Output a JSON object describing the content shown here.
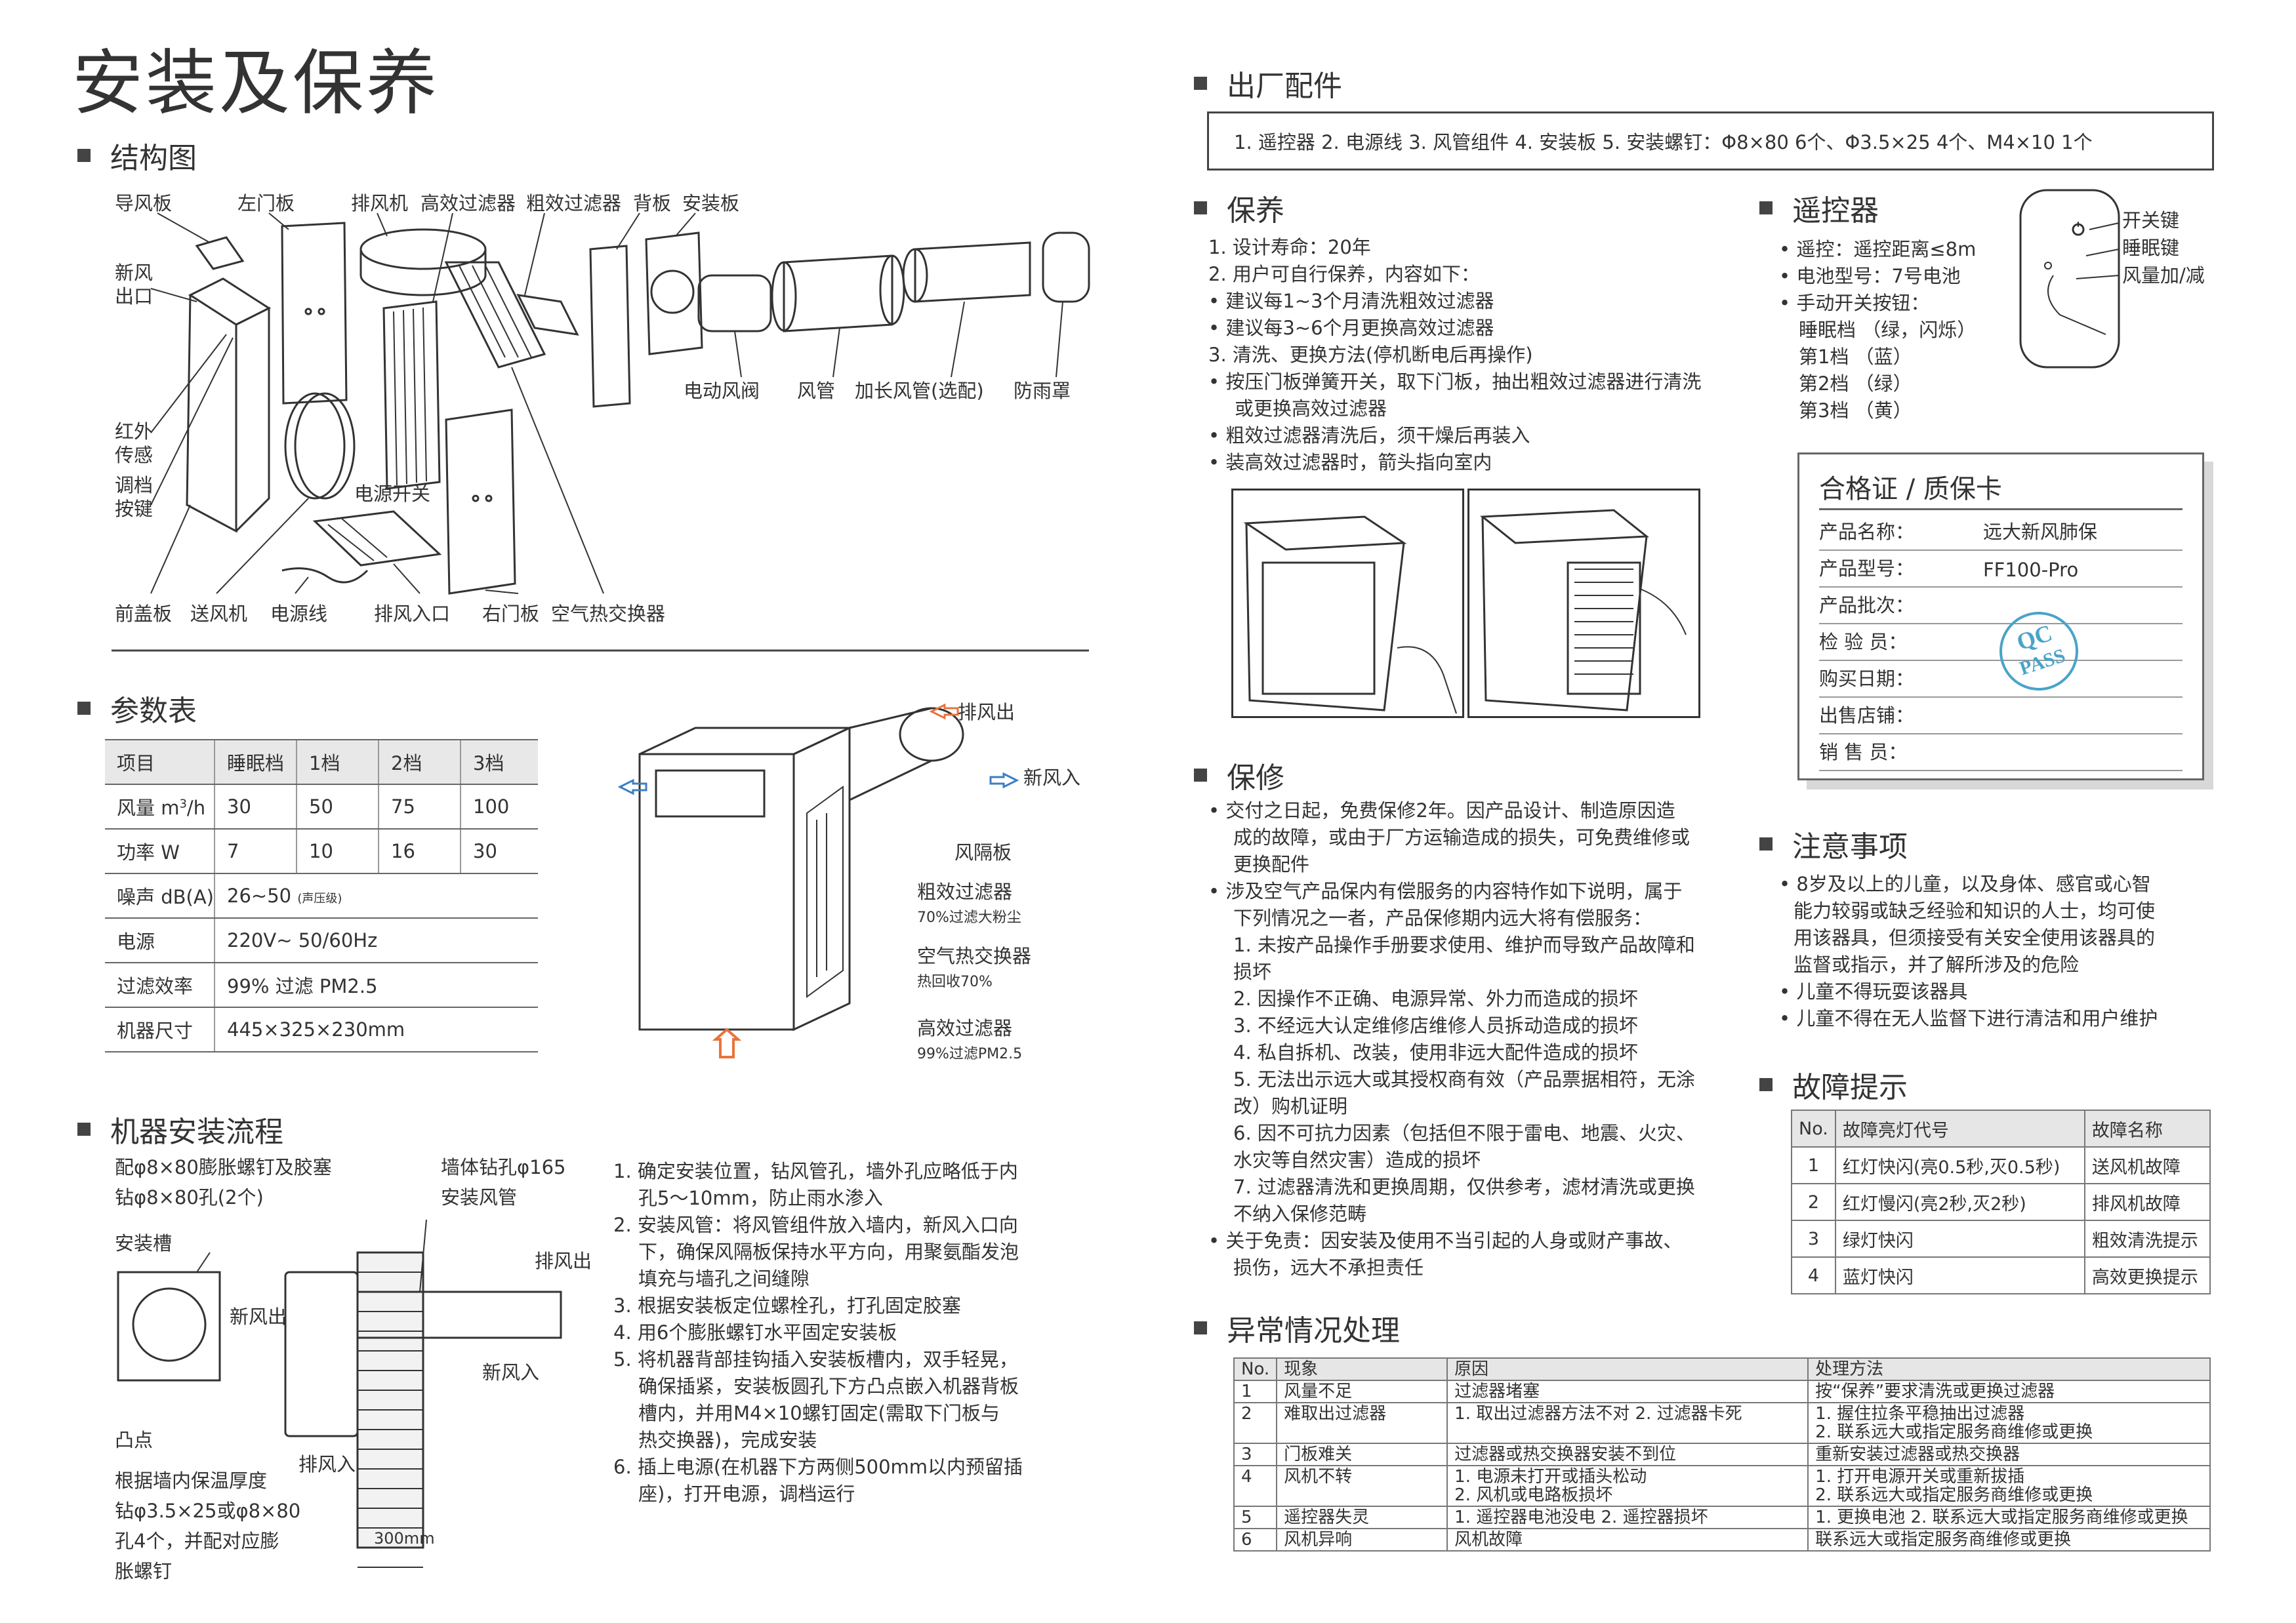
{
  "page_title": "安装及保养",
  "structure": {
    "heading": "结构图",
    "labels": {
      "guide_plate": "导风板",
      "left_door": "左门板",
      "exhaust_fan": "排风机",
      "hepa_filter": "高效过滤器",
      "coarse_filter": "粗效过滤器",
      "back_plate": "背板",
      "mount_plate": "安装板",
      "fresh_outlet": "新风\n出口",
      "ir_sensor": "红外\n传感",
      "speed_button": "调档\n按键",
      "electric_damper": "电动风阀",
      "duct": "风管",
      "ext_duct": "加长风管(选配)",
      "rain_cover": "防雨罩",
      "power_switch": "电源开关",
      "front_cover": "前盖板",
      "supply_fan": "送风机",
      "power_cord": "电源线",
      "exhaust_inlet": "排风入口",
      "right_door": "右门板",
      "heat_exchanger": "空气热交换器"
    }
  },
  "params": {
    "heading": "参数表",
    "header": [
      "项目",
      "睡眠档",
      "1档",
      "2档",
      "3档"
    ],
    "airflow_label": "风量 m",
    "airflow_sup": "3",
    "airflow_unit": "/h",
    "airflow": [
      "30",
      "50",
      "75",
      "100"
    ],
    "power_label": "功率 W",
    "power": [
      "7",
      "10",
      "16",
      "30"
    ],
    "noise_label": "噪声 dB(A)",
    "noise_value": "26~50",
    "noise_note": "(声压级)",
    "rows": [
      {
        "k": "电源",
        "v": "220V~ 50/60Hz"
      },
      {
        "k": "过滤效率",
        "v": "99% 过滤 PM2.5"
      },
      {
        "k": "机器尺寸",
        "v": "445×325×230mm"
      }
    ]
  },
  "flow_diagram": {
    "exhaust_out": "排风出",
    "fresh_in": "新风入",
    "baffle": "风隔板",
    "coarse": "粗效过滤器",
    "coarse_note": "70%过滤大粉尘",
    "hx": "空气热交换器",
    "hx_note": "热回收70%",
    "hepa": "高效过滤器",
    "hepa_note": "99%过滤PM2.5"
  },
  "install": {
    "heading": "机器安装流程",
    "d_anchor": "配φ8×80膨胀螺钉及胶塞",
    "d_drill": "钻φ8×80孔(2个)",
    "d_slot": "安装槽",
    "d_boss": "凸点",
    "d_note": [
      "根据墙内保温厚度",
      "钻φ3.5×25或φ8×80",
      "孔4个，并配对应膨",
      "胀螺钉"
    ],
    "d_wall_drill": "墙体钻孔φ165",
    "d_duct": "安装风管",
    "d_exhaust_out": "排风出",
    "d_fresh_out": "新风出",
    "d_fresh_in": "新风入",
    "d_exhaust_in": "排风入",
    "d_300": "300mm",
    "steps": [
      "1. 确定安装位置，钻风管孔，墙外孔应略低于内",
      "孔5～10mm，防止雨水渗入",
      "2. 安装风管：将风管组件放入墙内，新风入口向",
      "下，确保风隔板保持水平方向，用聚氨酯发泡",
      "填充与墙孔之间缝隙",
      "3. 根据安装板定位螺栓孔，打孔固定胶塞",
      "4. 用6个膨胀螺钉水平固定安装板",
      "5. 将机器背部挂钩插入安装板槽内，双手轻晃，",
      "确保插紧，安装板圆孔下方凸点嵌入机器背板",
      "槽内，并用M4×10螺钉固定(需取下门板与",
      "热交换器)，完成安装",
      "6. 插上电源(在机器下方两侧500mm以内预留插",
      "座)，打开电源，调档运行"
    ]
  },
  "accessories": {
    "heading": "出厂配件",
    "text": "1. 遥控器  2. 电源线  3. 风管组件  4. 安装板  5. 安装螺钉：Φ8×80 6个、Φ3.5×25 4个、M4×10 1个"
  },
  "maintenance": {
    "heading": "保养",
    "lines": [
      "1. 设计寿命：20年",
      "2. 用户可自行保养，内容如下：",
      "• 建议每1~3个月清洗粗效过滤器",
      "• 建议每3~6个月更换高效过滤器",
      "3. 清洗、更换方法(停机断电后再操作)",
      "• 按压门板弹簧开关，取下门板，抽出粗效过滤器进行清洗",
      "或更换高效过滤器",
      "• 粗效过滤器清洗后，须干燥后再装入",
      "• 装高效过滤器时，箭头指向室内"
    ]
  },
  "remote": {
    "heading": "遥控器",
    "lines": [
      "• 遥控：遥控距离≤8m",
      "• 电池型号：7号电池",
      "• 手动开关按钮：",
      "睡眠档  （绿，闪烁）",
      "第1档  （蓝）",
      "第2档  （绿）",
      "第3档  （黄）"
    ],
    "btn_power": "开关键",
    "btn_sleep": "睡眠键",
    "btn_speed": "风量加/减"
  },
  "card": {
    "title": "合格证 / 质保卡",
    "rows": [
      {
        "k": "产品名称：",
        "v": "远大新风肺保"
      },
      {
        "k": "产品型号：",
        "v": "FF100-Pro"
      },
      {
        "k": "产品批次：",
        "v": ""
      },
      {
        "k": "检 验 员：",
        "v": ""
      },
      {
        "k": "购买日期：",
        "v": ""
      },
      {
        "k": "出售店铺：",
        "v": ""
      },
      {
        "k": "销 售 员：",
        "v": ""
      }
    ],
    "stamp_top": "QC",
    "stamp_bottom": "PASS",
    "stamp_color": "#4aa3c8"
  },
  "warranty": {
    "heading": "保修",
    "lines": [
      "• 交付之日起，免费保修2年。因产品设计、制造原因造",
      "成的故障，或由于厂方运输造成的损失，可免费维修或",
      "更换配件",
      "• 涉及空气产品保内有偿服务的内容特作如下说明，属于",
      "下列情况之一者，产品保修期内远大将有偿服务：",
      "1. 未按产品操作手册要求使用、维护而导致产品故障和",
      "损坏",
      "2. 因操作不正确、电源异常、外力而造成的损坏",
      "3. 不经远大认定维修店维修人员拆动造成的损坏",
      "4. 私自拆机、改装，使用非远大配件造成的损坏",
      "5. 无法出示远大或其授权商有效（产品票据相符，无涂",
      "改）购机证明",
      "6. 因不可抗力因素（包括但不限于雷电、地震、火灾、",
      "水灾等自然灾害）造成的损坏",
      "7. 过滤器清洗和更换周期，仅供参考，滤材清洗或更换",
      "不纳入保修范畴",
      "• 关于免责：因安装及使用不当引起的人身或财产事故、",
      "损伤，远大不承担责任"
    ]
  },
  "notice": {
    "heading": "注意事项",
    "lines": [
      "• 8岁及以上的儿童，以及身体、感官或心智",
      "能力较弱或缺乏经验和知识的人士，均可使",
      "用该器具，但须接受有关安全使用该器具的",
      "监督或指示，并了解所涉及的危险",
      "• 儿童不得玩耍该器具",
      "• 儿童不得在无人监督下进行清洁和用户维护"
    ]
  },
  "fault": {
    "heading": "故障提示",
    "header": [
      "No.",
      "故障亮灯代号",
      "故障名称"
    ],
    "rows": [
      [
        "1",
        "红灯快闪(亮0.5秒,灭0.5秒)",
        "送风机故障"
      ],
      [
        "2",
        "红灯慢闪(亮2秒,灭2秒)",
        "排风机故障"
      ],
      [
        "3",
        "绿灯快闪",
        "粗效清洗提示"
      ],
      [
        "4",
        "蓝灯快闪",
        "高效更换提示"
      ]
    ]
  },
  "abnormal": {
    "heading": "异常情况处理",
    "header": [
      "No.",
      "现象",
      "原因",
      "处理方法"
    ],
    "rows": [
      {
        "no": "1",
        "sym": "风量不足",
        "cause": [
          "过滤器堵塞"
        ],
        "fix": [
          "按“保养”要求清洗或更换过滤器"
        ]
      },
      {
        "no": "2",
        "sym": "难取出过滤器",
        "cause": [
          "1. 取出过滤器方法不对  2. 过滤器卡死"
        ],
        "fix": [
          "1. 握住拉条平稳抽出过滤器",
          "2. 联系远大或指定服务商维修或更换"
        ]
      },
      {
        "no": "3",
        "sym": "门板难关",
        "cause": [
          "过滤器或热交换器安装不到位"
        ],
        "fix": [
          "重新安装过滤器或热交换器"
        ]
      },
      {
        "no": "4",
        "sym": "风机不转",
        "cause": [
          "1. 电源未打开或插头松动",
          "2. 风机或电路板损坏"
        ],
        "fix": [
          "1. 打开电源开关或重新拔插",
          "2. 联系远大或指定服务商维修或更换"
        ]
      },
      {
        "no": "5",
        "sym": "遥控器失灵",
        "cause": [
          "1. 遥控器电池没电  2. 遥控器损坏"
        ],
        "fix": [
          "1. 更换电池  2. 联系远大或指定服务商维修或更换"
        ]
      },
      {
        "no": "6",
        "sym": "风机异响",
        "cause": [
          "风机故障"
        ],
        "fix": [
          "联系远大或指定服务商维修或更换"
        ]
      }
    ]
  },
  "colors": {
    "arrow_orange": "#e8743b",
    "arrow_blue": "#3a7fc4",
    "text": "#333333"
  }
}
